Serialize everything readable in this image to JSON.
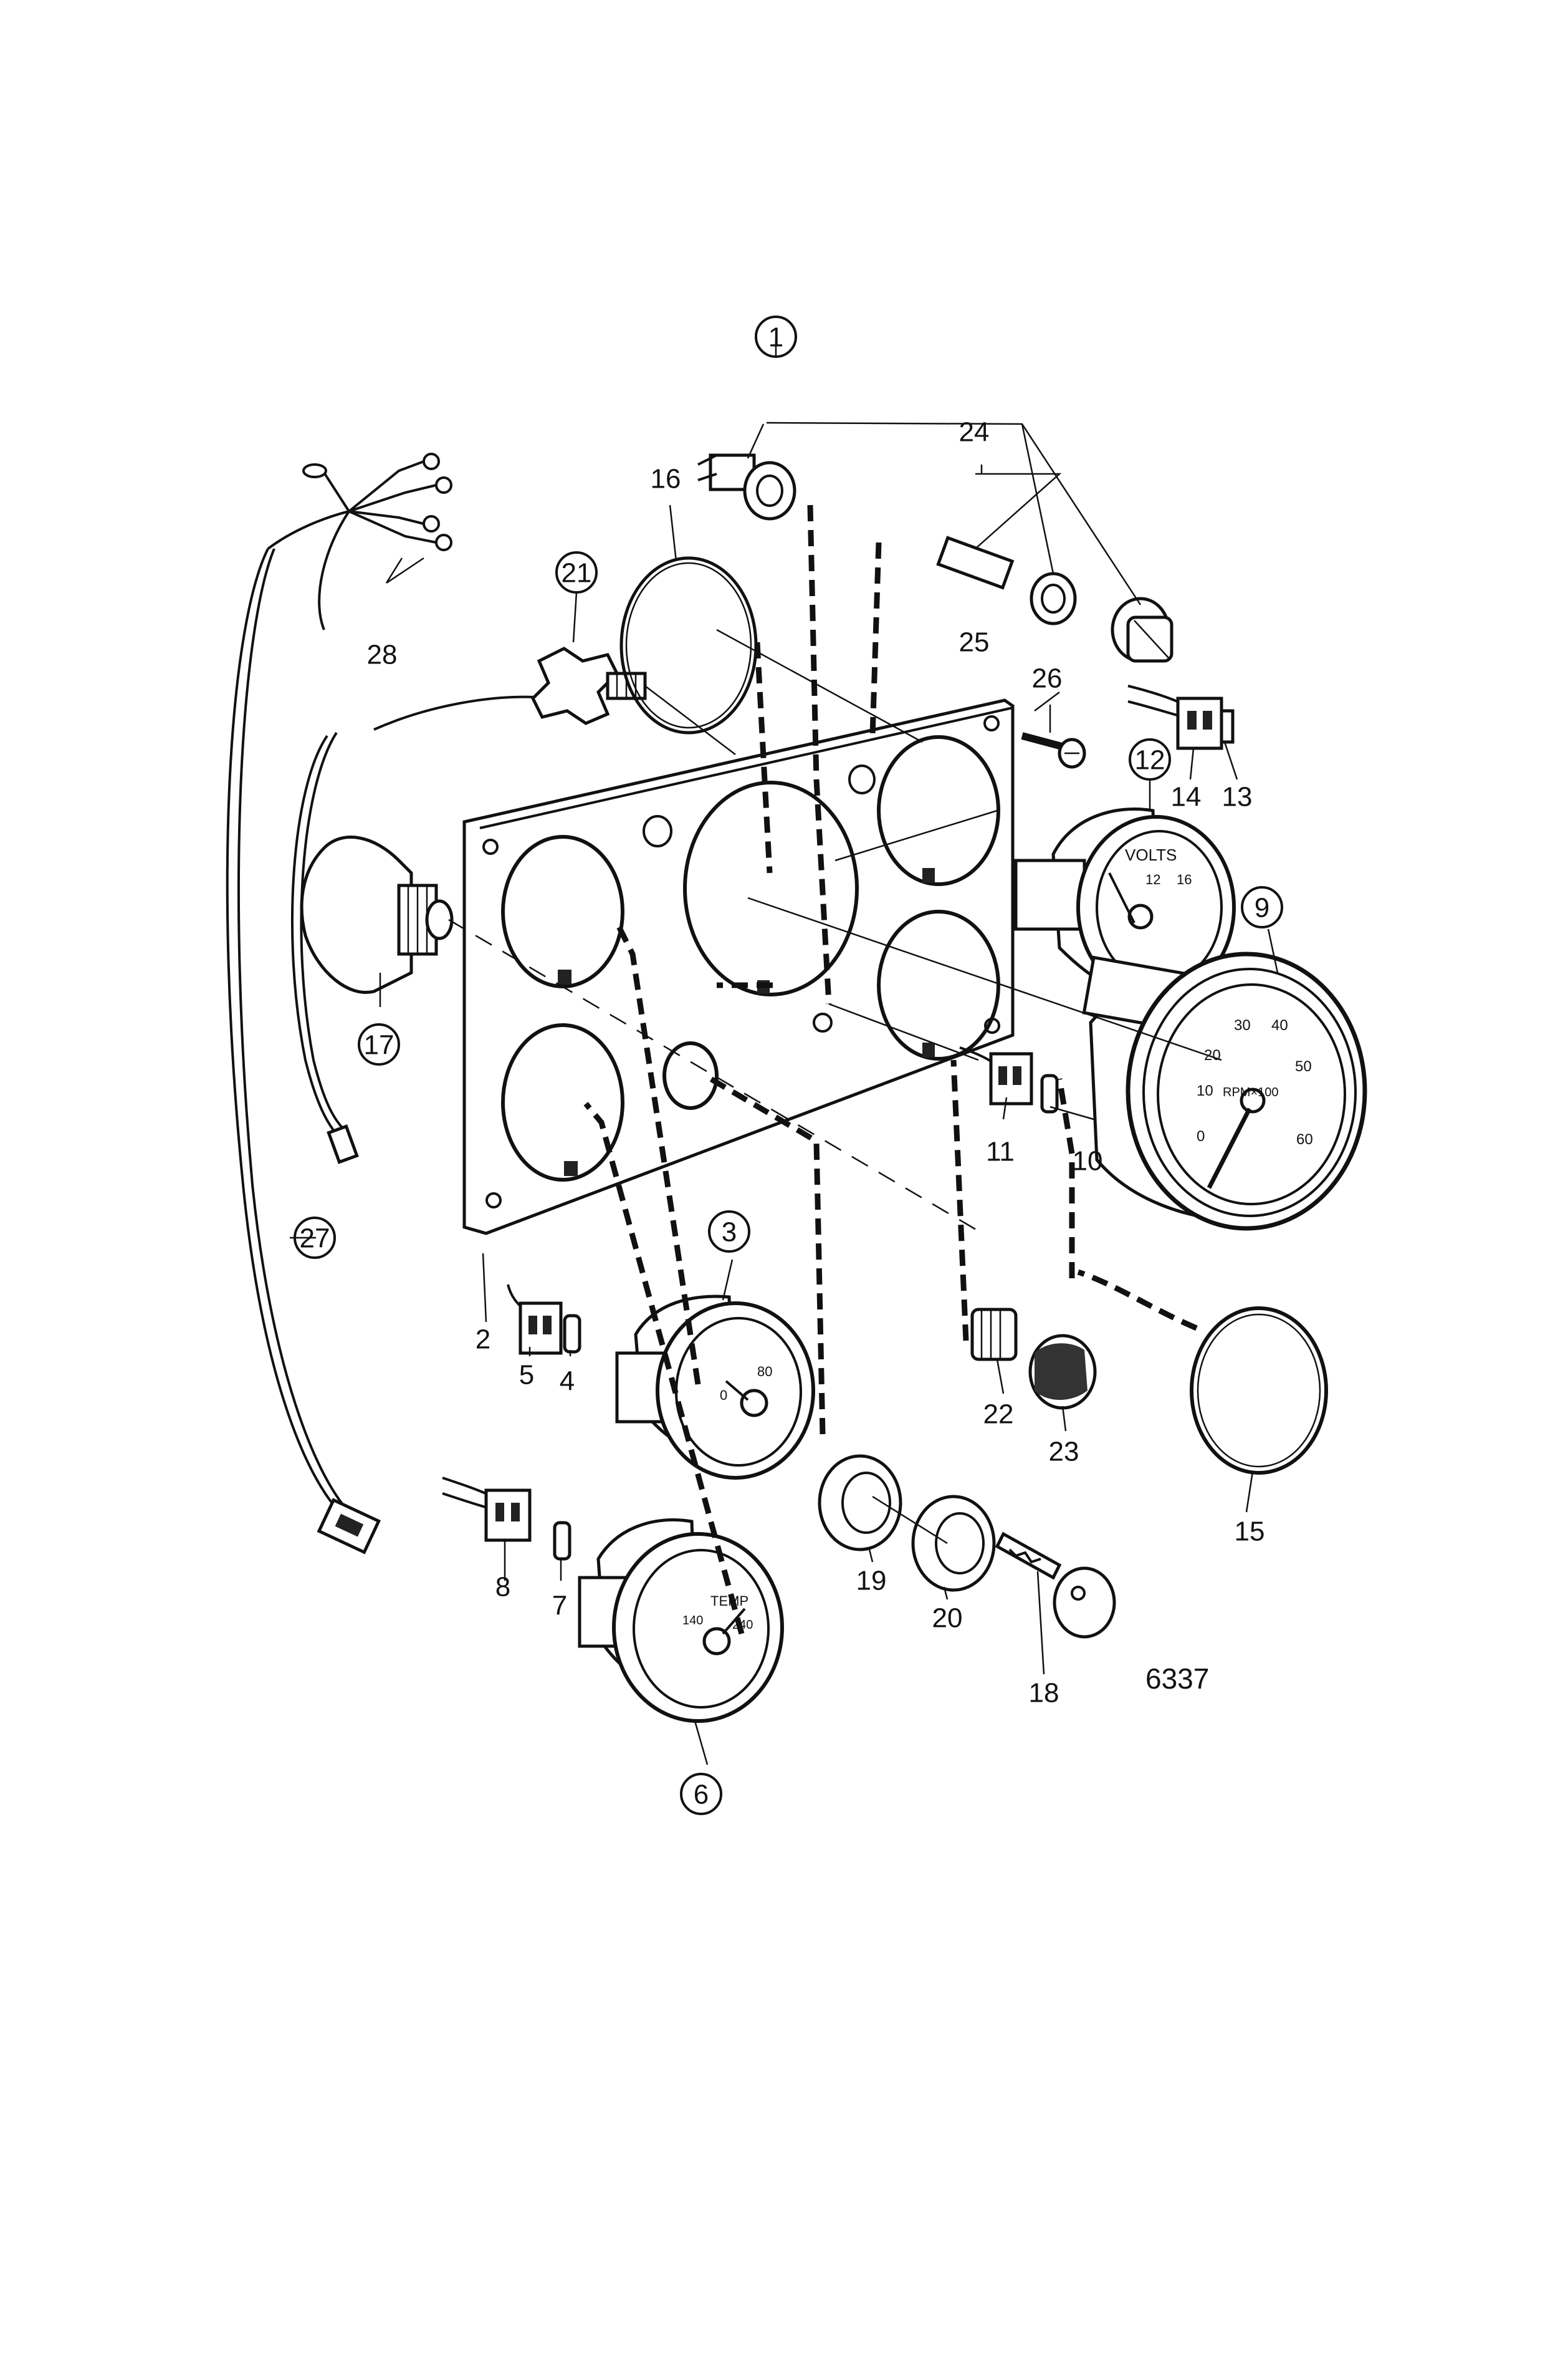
{
  "figure_number": "6337",
  "callouts": [
    {
      "id": "1",
      "text": "1",
      "circled": true
    },
    {
      "id": "2",
      "text": "2",
      "circled": false
    },
    {
      "id": "3",
      "text": "3",
      "circled": true
    },
    {
      "id": "4",
      "text": "4",
      "circled": false
    },
    {
      "id": "5",
      "text": "5",
      "circled": false
    },
    {
      "id": "6",
      "text": "6",
      "circled": true
    },
    {
      "id": "7",
      "text": "7",
      "circled": false
    },
    {
      "id": "8",
      "text": "8",
      "circled": false
    },
    {
      "id": "9",
      "text": "9",
      "circled": true
    },
    {
      "id": "10",
      "text": "10",
      "circled": false
    },
    {
      "id": "11",
      "text": "11",
      "circled": false
    },
    {
      "id": "12",
      "text": "12",
      "circled": true
    },
    {
      "id": "13",
      "text": "13",
      "circled": false
    },
    {
      "id": "14",
      "text": "14",
      "circled": false
    },
    {
      "id": "15",
      "text": "15",
      "circled": false
    },
    {
      "id": "16",
      "text": "16",
      "circled": false
    },
    {
      "id": "17",
      "text": "17",
      "circled": true
    },
    {
      "id": "18",
      "text": "18",
      "circled": false
    },
    {
      "id": "19",
      "text": "19",
      "circled": false
    },
    {
      "id": "20",
      "text": "20",
      "circled": false
    },
    {
      "id": "21",
      "text": "21",
      "circled": true
    },
    {
      "id": "22",
      "text": "22",
      "circled": false
    },
    {
      "id": "23",
      "text": "23",
      "circled": false
    },
    {
      "id": "24",
      "text": "24",
      "circled": false
    },
    {
      "id": "25",
      "text": "25",
      "circled": false
    },
    {
      "id": "26",
      "text": "26",
      "circled": false
    },
    {
      "id": "27",
      "text": "27",
      "circled": true
    },
    {
      "id": "28",
      "text": "28",
      "circled": false
    }
  ],
  "gauge_faces": {
    "tachometer": {
      "scale": [
        "0",
        "10",
        "20",
        "30",
        "40",
        "50",
        "60"
      ],
      "unit": "RPM×100"
    },
    "voltmeter": {
      "legend": "VOLTS",
      "scale": [
        "12",
        "16"
      ]
    },
    "oil_pressure": {
      "scale": [
        "0",
        "80"
      ]
    },
    "temperature": {
      "legend": "TEMP",
      "scale": [
        "140",
        "240"
      ]
    }
  }
}
